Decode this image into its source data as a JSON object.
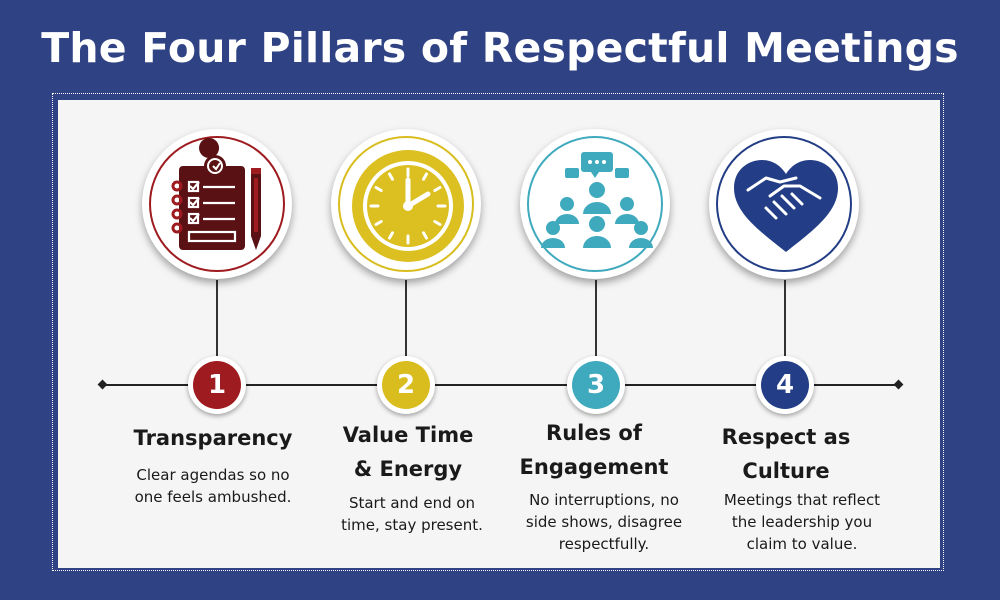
{
  "title": "The Four Pillars of Respectful Meetings",
  "colors": {
    "background": "#2f4284",
    "pillar1": "#9e1b1f",
    "pillar2": "#d9bd1e",
    "pillar3": "#3fa9bd",
    "pillar4": "#233e86"
  },
  "pillars": [
    {
      "number": "1",
      "heading_line1": "Transparency",
      "heading_line2": "",
      "desc_line1": "Clear agendas so no",
      "desc_line2": "one feels ambushed.",
      "desc_line3": "",
      "icon": "clipboard-checklist-icon"
    },
    {
      "number": "2",
      "heading_line1": "Value Time",
      "heading_line2": "& Energy",
      "desc_line1": "Start and end on",
      "desc_line2": "time, stay present.",
      "desc_line3": "",
      "icon": "clock-icon"
    },
    {
      "number": "3",
      "heading_line1": "Rules of",
      "heading_line2": "Engagement",
      "desc_line1": "No interruptions, no",
      "desc_line2": "side shows, disagree",
      "desc_line3": "respectfully.",
      "icon": "group-discussion-icon"
    },
    {
      "number": "4",
      "heading_line1": "Respect as",
      "heading_line2": "Culture",
      "desc_line1": "Meetings that reflect",
      "desc_line2": "the leadership you",
      "desc_line3": "claim to value.",
      "icon": "handshake-heart-icon"
    }
  ]
}
